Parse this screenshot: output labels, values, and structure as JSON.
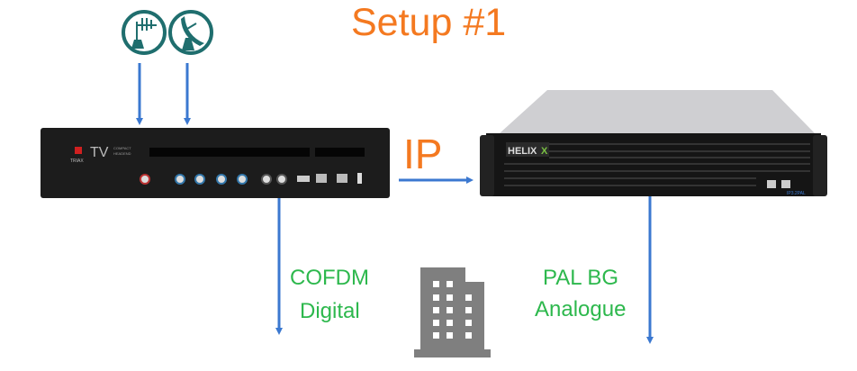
{
  "title": "Setup #1",
  "link_label": "IP",
  "left_device": {
    "brand": "TRIAX",
    "model": "TV",
    "subtitle": "COMPACT HEADEND",
    "icons": [
      "terrestrial-antenna-icon",
      "satellite-dish-icon"
    ]
  },
  "right_device": {
    "brand": "HELIXX",
    "model": "IP3.2PAL"
  },
  "outputs": [
    {
      "line1": "COFDM",
      "line2": "Digital"
    },
    {
      "line1": "PAL BG",
      "line2": "Analogue"
    }
  ],
  "building_icon": "building-icon",
  "colors": {
    "title": "#f47920",
    "output_text": "#2db84d",
    "arrow": "#3b78d0",
    "icon": "#1f6e6e",
    "building": "#7f7f7f"
  }
}
